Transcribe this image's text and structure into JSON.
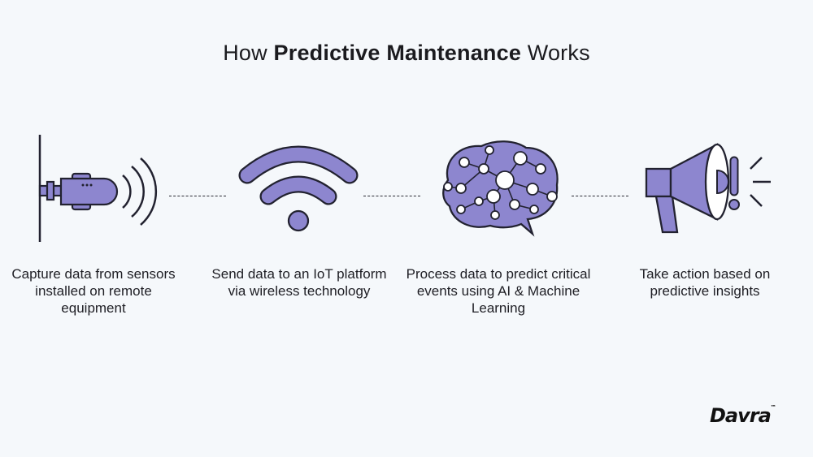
{
  "title": {
    "pre": "How ",
    "bold": "Predictive Maintenance",
    "post": " Works"
  },
  "steps": [
    {
      "caption": "Capture data from sensors installed on remote equipment",
      "icon": "sensor-icon"
    },
    {
      "caption": "Send data to an IoT platform via wireless technology",
      "icon": "wifi-icon"
    },
    {
      "caption": "Process data to predict critical events using AI & Machine Learning",
      "icon": "brain-network-icon"
    },
    {
      "caption": "Take action based on predictive insights",
      "icon": "megaphone-alert-icon"
    }
  ],
  "logo": {
    "text": "Davra",
    "mark": "™"
  },
  "colors": {
    "accent": "#8d86cf",
    "stroke": "#222230",
    "background": "#f5f8fb"
  }
}
